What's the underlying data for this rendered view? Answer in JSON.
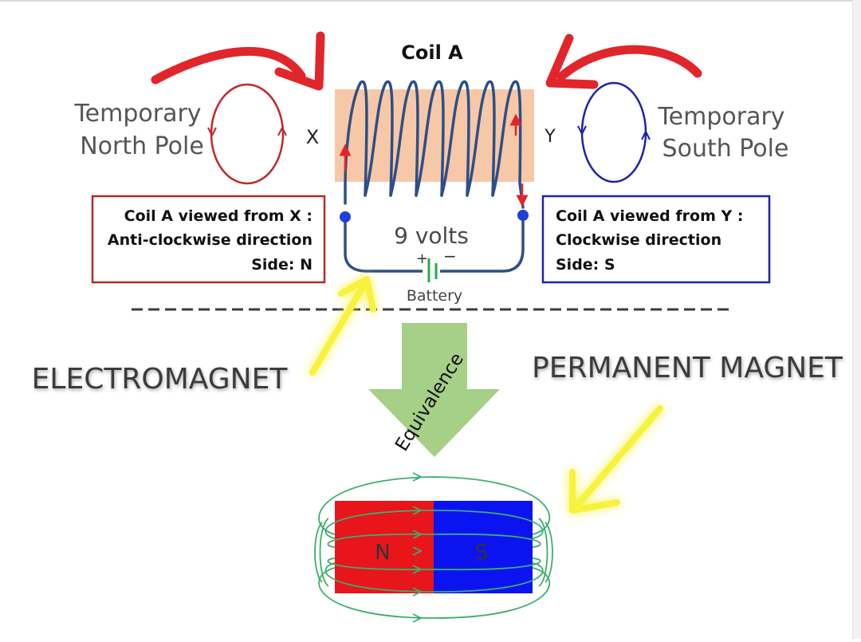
{
  "coil": {
    "title": "Coil A",
    "end_x": "X",
    "end_y": "Y"
  },
  "left_pole": {
    "line1": "Temporary",
    "line2": "North Pole"
  },
  "right_pole": {
    "line1": "Temporary",
    "line2": "South Pole"
  },
  "left_box": {
    "line1": "Coil A viewed from X :",
    "line2": "Anti-clockwise direction",
    "line3": "Side: N"
  },
  "right_box": {
    "line1": "Coil A viewed from Y :",
    "line2": "Clockwise direction",
    "line3": "Side: S"
  },
  "battery": {
    "voltage": "9 volts",
    "label": "Battery",
    "plus": "+",
    "minus": "−"
  },
  "labels": {
    "electromagnet": "ELECTROMAGNET",
    "permanent": "PERMANENT MAGNET",
    "equivalence": "Equivalence"
  },
  "magnet": {
    "north": "N",
    "south": "S"
  },
  "colors": {
    "north": "#e8151b",
    "south": "#0b14f0",
    "coil_body": "#f6c8a8",
    "wire": "#2e4f86",
    "red_arrow": "#e0262b",
    "yellow_arrow": "#f7f23a",
    "green_arrow": "#a6cf88",
    "field_line": "#3cae6e",
    "left_box_border": "#b22a2a",
    "right_box_border": "#1f22a8"
  }
}
